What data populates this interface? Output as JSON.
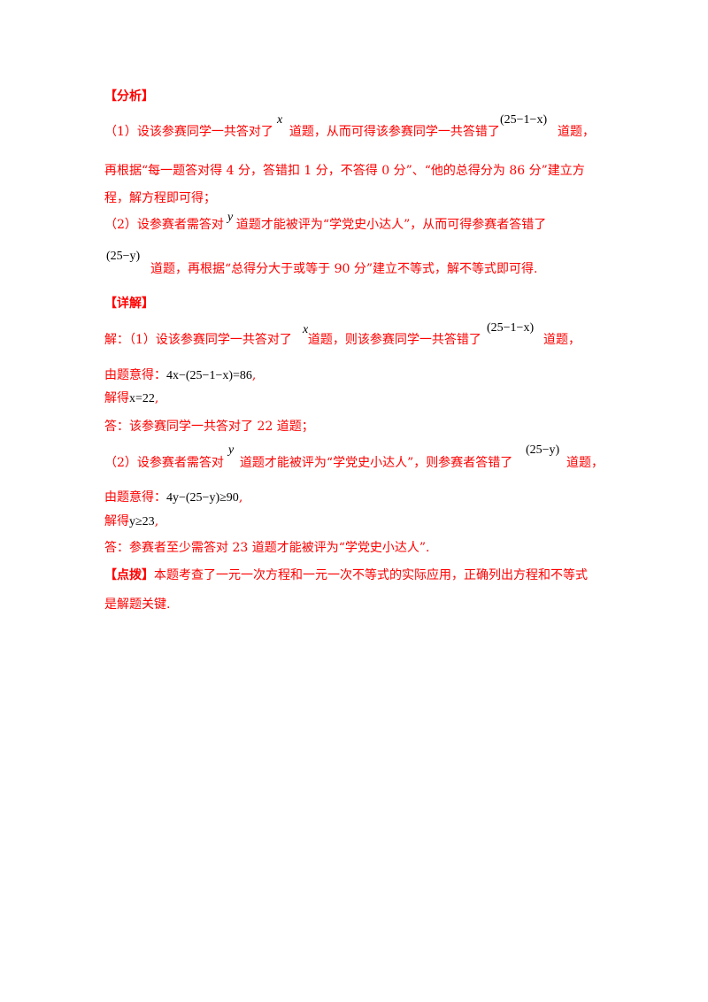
{
  "analysis": {
    "heading": "【分析】",
    "p1_part1": "（1）设该参赛同学一共答对了",
    "p1_var": "x",
    "p1_part2": "道题，从而可得该参赛同学一共答错了",
    "p1_expr": "(25−1−x)",
    "p1_part3": "道题，",
    "p1_line2": "再根据“每一题答对得 4 分，答错扣 1 分，不答得 0 分”、“他的总得分为 86 分”建立方",
    "p1_line3": "程，解方程即可得；",
    "p2_part1": "（2）设参赛者需答对",
    "p2_var": "y",
    "p2_part2": "道题才能被评为“学党史小达人”，从而可得参赛者答错了",
    "p2_expr": "(25−y)",
    "p2_line2": "道题，再根据“总得分大于或等于 90 分”建立不等式，解不等式即可得."
  },
  "solution": {
    "heading": "【详解】",
    "s1_part1": "解：（1）设该参赛同学一共答对了",
    "s1_var": "x",
    "s1_part2": "道题，则该参赛同学一共答错了",
    "s1_expr": "(25−1−x)",
    "s1_part3": "道题，",
    "s2_label": "由题意得：",
    "s2_expr": "4x−(25−1−x)=86",
    "s2_end": ",",
    "s3_label": "解得",
    "s3_expr": "x=22",
    "s3_end": ",",
    "s4": "答：该参赛同学一共答对了 22 道题；",
    "s5_part1": "（2）设参赛者需答对",
    "s5_var": "y",
    "s5_part2": "道题才能被评为“学党史小达人”，则参赛者答错了",
    "s5_expr": "(25−y)",
    "s5_part3": "道题，",
    "s6_label": "由题意得：",
    "s6_expr": "4y−(25−y)≥90",
    "s6_end": ",",
    "s7_label": "解得",
    "s7_expr": "y≥23",
    "s7_end": ",",
    "s8": "答：参赛者至少需答对 23 道题才能被评为“学党史小达人”."
  },
  "comment": {
    "heading": "【点拨】",
    "line1": "本题考查了一元一次方程和一元一次不等式的实际应用，正确列出方程和不等式",
    "line2": "是解题关键."
  }
}
